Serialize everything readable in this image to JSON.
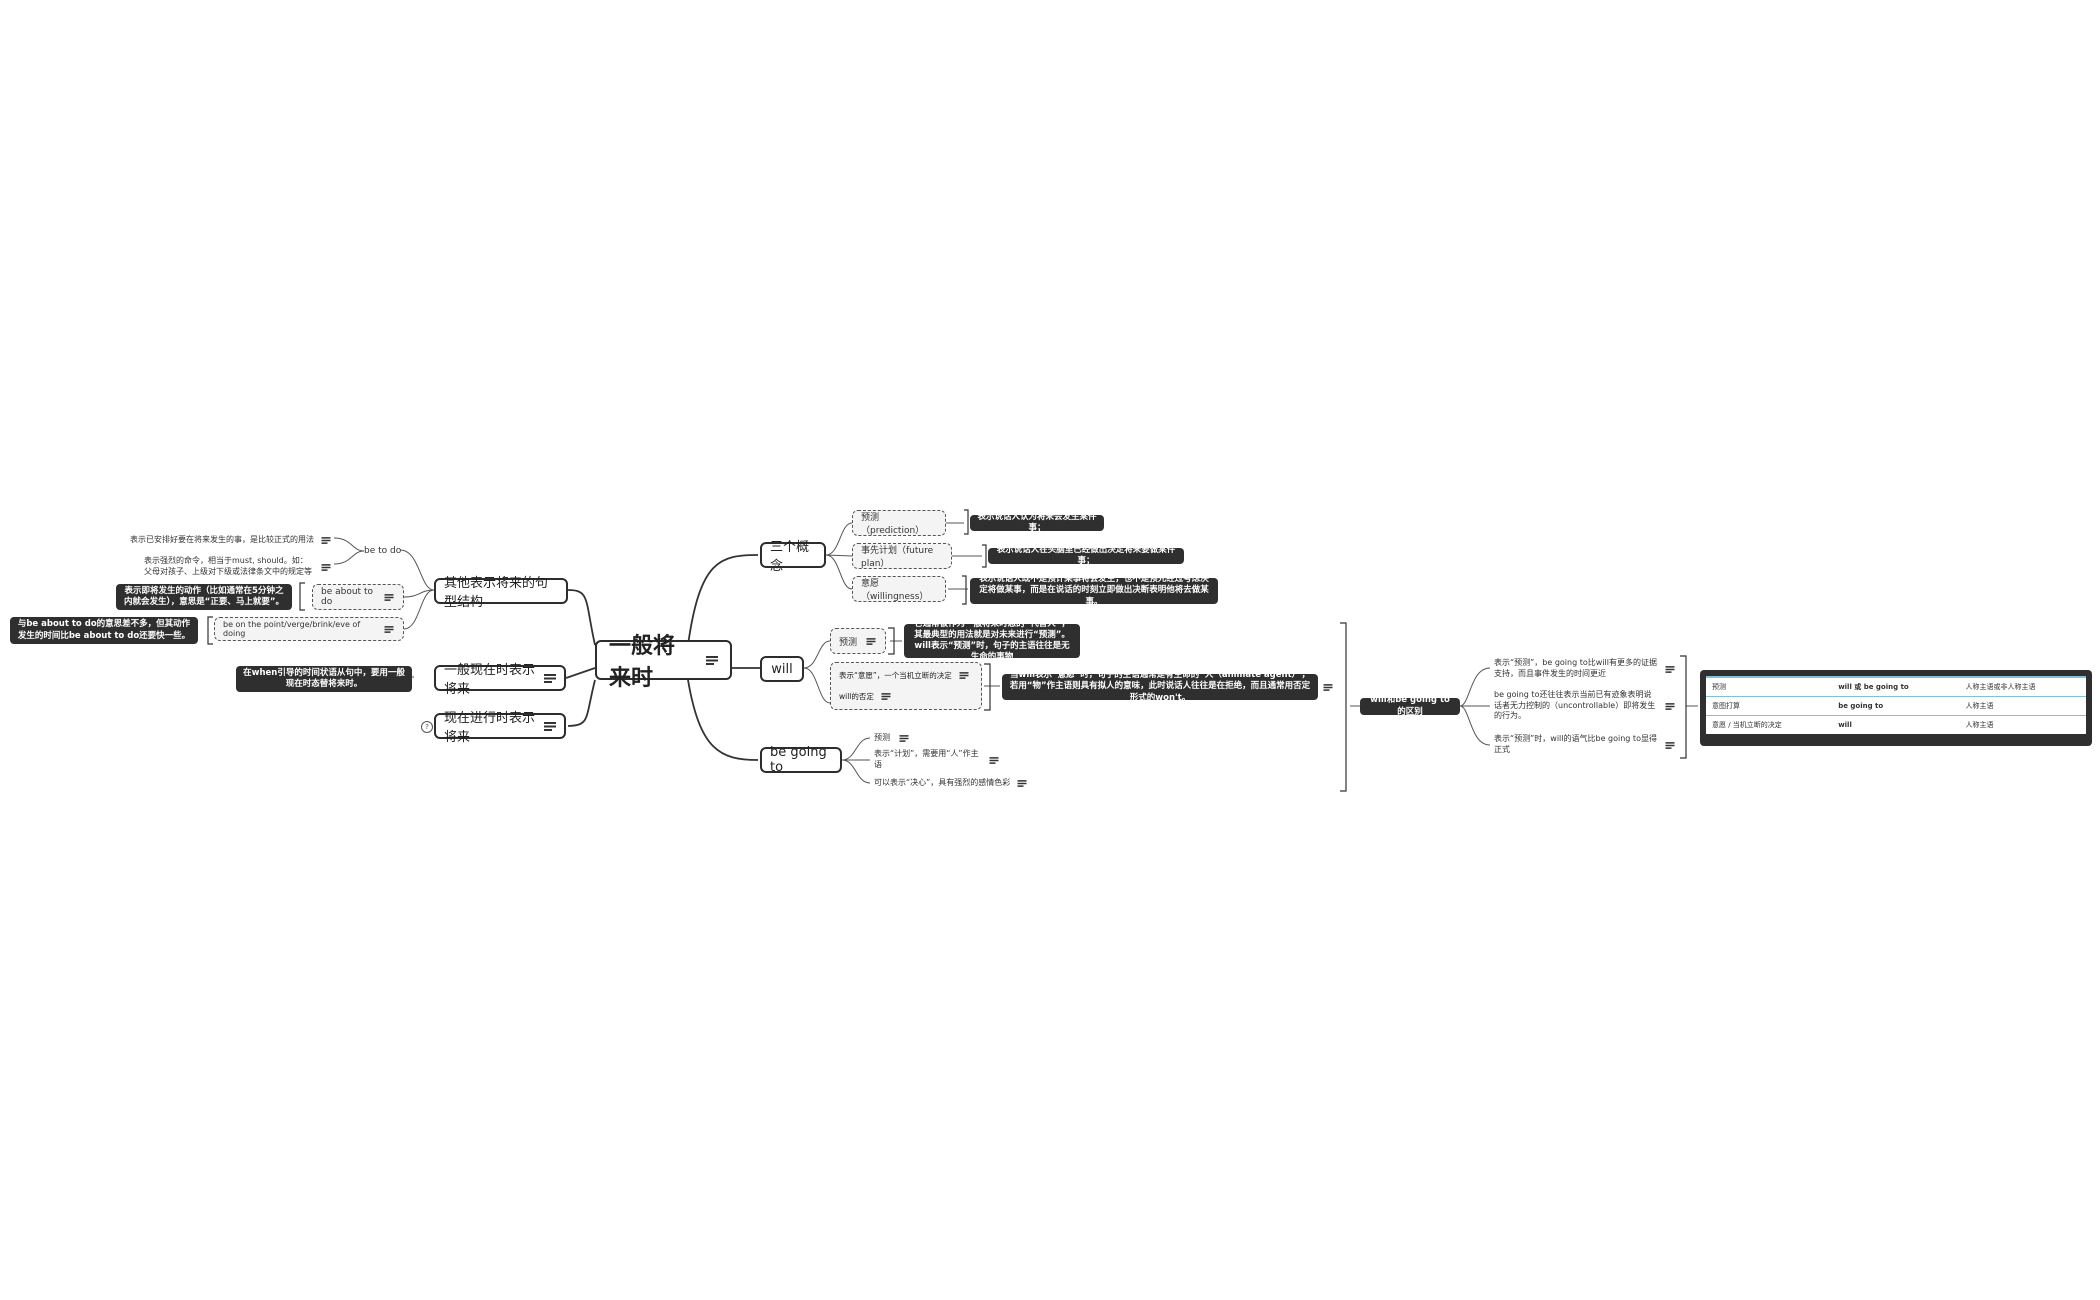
{
  "central": {
    "title": "一般将来时"
  },
  "left": {
    "structures": {
      "label": "其他表示将来的句型结构",
      "be_to_do": {
        "label": "be to do",
        "notes": [
          "表示已安排好要在将来发生的事，是比较正式的用法",
          "表示强烈的命令，相当于must, should。如：父母对孩子、上级对下级或法律条文中的规定等"
        ]
      },
      "be_about_to_do": {
        "label": "be about to do",
        "note": "表示即将发生的动作（比如通常在5分钟之内就会发生），意思是“正要、马上就要”。"
      },
      "be_on_the_point": {
        "label": "be on the point/verge/brink/eve of doing",
        "note": "与be about to do的意思差不多，但其动作发生的时间比be about to do还要快一些。"
      }
    },
    "simple_present": {
      "label": "一般现在时表示将来",
      "note": "在when引导的时间状语从句中，要用一般现在时态替将来时。"
    },
    "present_progressive": {
      "label": "现在进行时表示将来",
      "icon": "?"
    }
  },
  "right": {
    "three_concepts": {
      "label": "三个概念",
      "items": [
        {
          "label": "预测（prediction）",
          "note": "表示说话人认为将来会发生某件事；"
        },
        {
          "label": "事先计划（future plan）",
          "note": "表示说话人在头脑里已经做出决定将来要做某件事；"
        },
        {
          "label": "意愿（willingness）",
          "note": "表示说话人既不是预计某事将会发生，也不是预先经过考虑决定将做某事，而是在说话的时刻立即做出决断表明他将去做某事。"
        }
      ]
    },
    "will": {
      "label": "will",
      "predict": {
        "label": "预测",
        "note": "它通常被作为一般将来时态的“代言人”，其最典型的用法就是对未来进行“预测”。will表示“预测”时，句子的主语往往是无生命的事物"
      },
      "group": {
        "items": [
          "表示“意愿”，一个当机立断的决定",
          "will的否定"
        ],
        "note": "当will表示“意愿”时，句子的主语通常是有生命的“人（animate agent）”，若用“物”作主语则具有拟人的意味，此时说话人往往是在拒绝，而且通常用否定形式的won't。"
      }
    },
    "be_going_to": {
      "label": "be going to",
      "items": [
        "预测",
        "表示“计划”，需要用“人”作主语",
        "可以表示“决心”，具有强烈的感情色彩"
      ]
    }
  },
  "difference": {
    "label": "will和be going to的区别",
    "items": [
      "表示“预测”，be going to比will有更多的证据支持，而且事件发生的时间更近",
      "be going to还往往表示当前已有迹象表明说话者无力控制的（uncontrollable）即将发生的行为。",
      "表示“预测”时，will的语气比be going to显得正式"
    ],
    "table": [
      [
        "预测",
        "will 或 be going to",
        "人称主语或非人称主语"
      ],
      [
        "意图打算",
        "be going to",
        "人称主语"
      ],
      [
        "意愿 / 当机立断的决定",
        "will",
        "人称主语"
      ]
    ]
  }
}
